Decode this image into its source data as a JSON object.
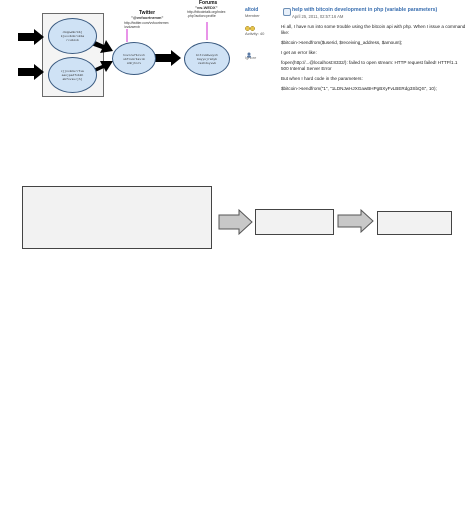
{
  "diagram": {
    "node_top": "cbqpwmkrkbj\nkjuvvbnbrnkba\nrcubzvb",
    "node_bottom": "cjjxvkmvrrtuu\naenjpedfnbkh\nabfxvsucjhj",
    "node_center": "hnvnrwfbcvvh\nsbfnvmrbsvim\nxmhjhnrv",
    "node_right": "bitcvmbwuyxh\nbayyujrsmyb\nzexhdsyvwb",
    "twitter_label": "Twitter",
    "twitter_handle": "\"@vvfoortnrmm\"",
    "twitter_url": "http://twitter.com/vvfoortnrmm\n/cvdzwnvb",
    "forums_label": "Forums",
    "forums_handle": "\"vw-WEDX\"",
    "forums_url": "http://bitcointalk.org/index\n.php?action=profile"
  },
  "user": {
    "name": "altoid",
    "rank": "Member",
    "activity": "Activity: 40",
    "ignore": "Ignore"
  },
  "post": {
    "title": "help with bitcoin development in php (variable parameters)",
    "date": "April 25, 2011, 02:57:16 AM",
    "lines": [
      "Hi all, I have run into some trouble using the bitcoin api with php.  When I issue a command like:",
      "$bitcoin->sendfrom($userid, $receiving_address, $amount);",
      "I get an error like:",
      "fopen(http://...@localhost:8332/): failed to open stream: HTTP request failed! HTTP/1.1 500 Internal Server Error",
      "But when I hard code in the parameters:",
      "$bitcoin->sendfrom(\"1\", \"1LDNJwHJXGawBHPgBXyFvLBERdg3SbQS\", 10);"
    ]
  },
  "colors": {
    "link": "#3a6fb0",
    "arrow_fill": "#c8c8c8",
    "node_fill": "#cfe2f5",
    "magenta": "#d22ad2"
  }
}
